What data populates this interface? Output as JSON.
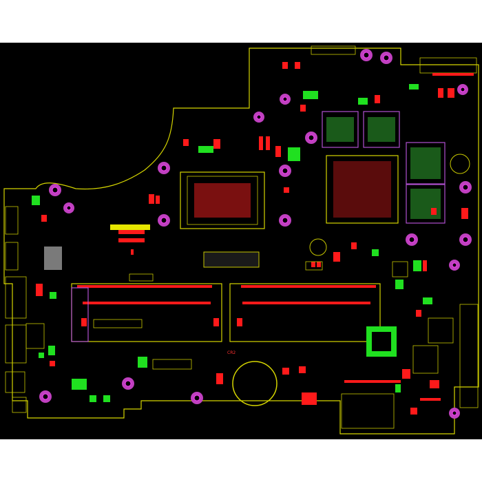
{
  "viewer": {
    "background": "#ffffff",
    "canvas_background": "#000000"
  },
  "board": {
    "colors": {
      "outline": "#d6d600",
      "silkscreen": "#c8c800",
      "component_outline": "#b050d0",
      "pad_red": "#ff1a1a",
      "pad_green": "#20e020",
      "pad_yellow": "#e6e600",
      "mounting_hole": "#c040c0"
    },
    "components": {
      "cpu_socket": "cpu-socket",
      "pch_chip": "pch-chip",
      "vram_chips": 4,
      "dimm_slots": 2,
      "coin_cell": "cmos-battery",
      "mounting_holes": 20,
      "side_connectors": 7
    },
    "label_text": "CR2"
  }
}
